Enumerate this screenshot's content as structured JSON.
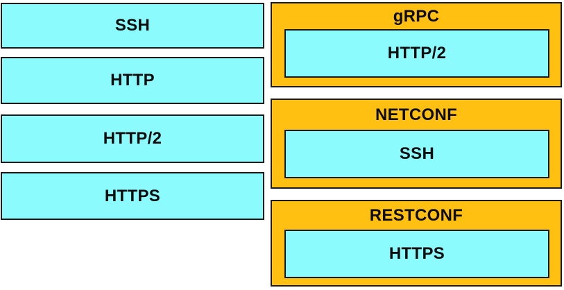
{
  "colors": {
    "page_bg": "#ffffff",
    "cyan": "#8BFBFE",
    "gold": "#FFC011",
    "border": "#1a1a1a",
    "text": "#0d0d0d"
  },
  "left_options": [
    {
      "label": "SSH"
    },
    {
      "label": "HTTP"
    },
    {
      "label": "HTTP/2"
    },
    {
      "label": "HTTPS"
    }
  ],
  "right_targets": [
    {
      "title": "gRPC",
      "value": "HTTP/2"
    },
    {
      "title": "NETCONF",
      "value": "SSH"
    },
    {
      "title": "RESTCONF",
      "value": "HTTPS"
    }
  ]
}
